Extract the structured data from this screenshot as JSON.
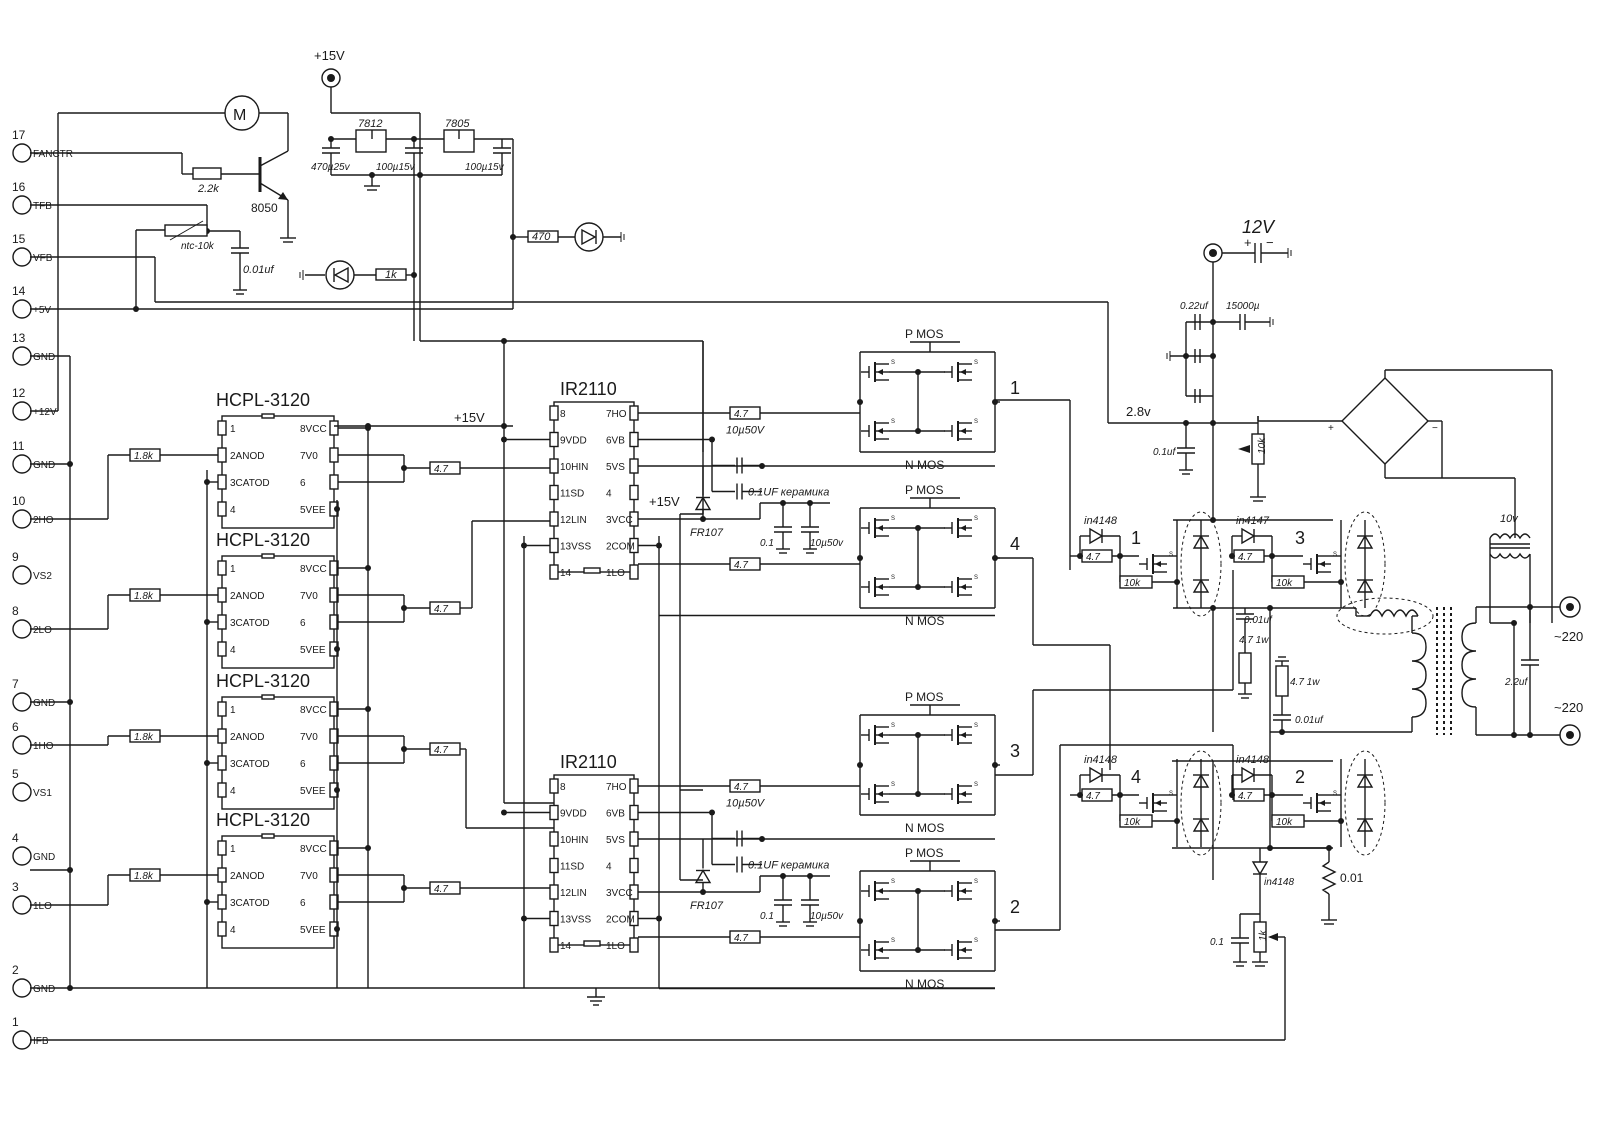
{
  "connector": {
    "pins": [
      {
        "num": "17",
        "label": "FANCTR"
      },
      {
        "num": "16",
        "label": "TFB"
      },
      {
        "num": "15",
        "label": "VFB"
      },
      {
        "num": "14",
        "label": "+5V"
      },
      {
        "num": "13",
        "label": "GND"
      },
      {
        "num": "12",
        "label": "+12V"
      },
      {
        "num": "11",
        "label": "GND"
      },
      {
        "num": "10",
        "label": "2HO"
      },
      {
        "num": "9",
        "label": "VS2"
      },
      {
        "num": "8",
        "label": "2LO"
      },
      {
        "num": "7",
        "label": "GND"
      },
      {
        "num": "6",
        "label": "1HO"
      },
      {
        "num": "5",
        "label": "VS1"
      },
      {
        "num": "4",
        "label": "GND"
      },
      {
        "num": "3",
        "label": "1LO"
      },
      {
        "num": "2",
        "label": "GND"
      },
      {
        "num": "1",
        "label": "IFB"
      }
    ]
  },
  "optocouplers": {
    "name": "HCPL-3120",
    "left_pins": [
      "1",
      "2ANOD",
      "3CATOD",
      "4"
    ],
    "right_pins": [
      "8VCC",
      "7V0",
      "6",
      "5VEE"
    ],
    "input_resistor": "1.8k",
    "output_resistor": "4.7"
  },
  "drivers": {
    "name": "IR2110",
    "left_pins": [
      "8",
      "9VDD",
      "10HIN",
      "11SD",
      "12LIN",
      "13VSS",
      "14"
    ],
    "right_pins": [
      "7HO",
      "6VB",
      "5VS",
      "4",
      "3VCC",
      "2COM",
      "1LO"
    ],
    "diode": "FR107",
    "cap_boot": "10µ50V",
    "cap_ceramic": "0.1UF керамика",
    "cap_vcc": "0.1",
    "cap_vcc2": "10µ50v",
    "gate_resistor": "4.7"
  },
  "bridges": {
    "p_mos": "P MOS",
    "n_mos": "N MOS",
    "labels": [
      "1",
      "4",
      "3",
      "2"
    ]
  },
  "supply": {
    "plus15": "+15V",
    "reg1": "7812",
    "reg2": "7805",
    "cap1": "470µ25v",
    "cap2": "100µ15v",
    "cap3": "100µ15v",
    "motor": "M",
    "transistor": "8050",
    "r_base": "2.2k",
    "ntc": "ntc-10k",
    "c_ntc": "0.01uf",
    "r_led": "1k",
    "r_led2": "470"
  },
  "power_stage": {
    "v12": "12V",
    "c_022": "0.22uf",
    "c_15000": "15000µ",
    "v28": "2.8v",
    "c_01": "0.1uf",
    "pot_10k": "10k",
    "diode_a": "in4148",
    "diode_b": "in4147",
    "diode_c": "in4148",
    "diode_d": "in4148",
    "r_gate": "4.7",
    "r_pull": "10k",
    "c_snub": "0.01uf",
    "r_snub": "4.7 1w",
    "r_snub2": "4.7 1w",
    "c_snub2": "0.01uf",
    "cap_out": "2.2uf",
    "v10": "10v",
    "ac1": "~220",
    "ac2": "~220",
    "shunt": "0.01",
    "diode_ifb": "in4148",
    "pot_1k": "1k",
    "c_ifb": "0.1",
    "num1": "1",
    "num3": "3",
    "num4": "4",
    "num2": "2"
  },
  "labels": {
    "plus15_a": "+15V",
    "plus15_b": "+15V"
  }
}
